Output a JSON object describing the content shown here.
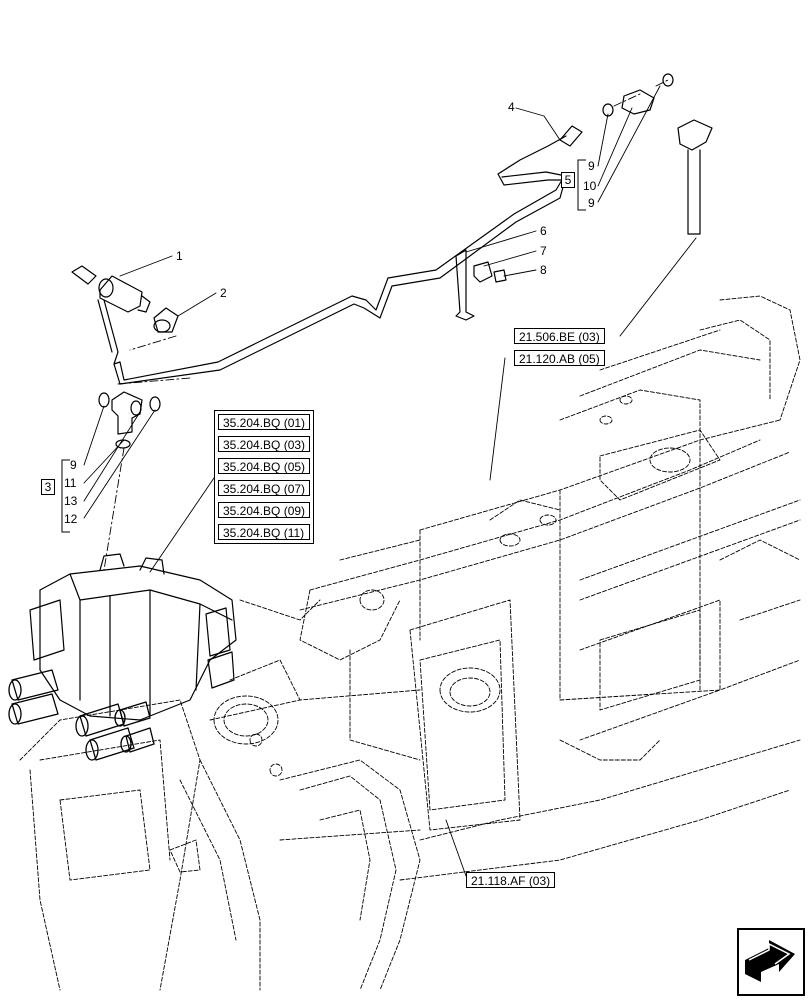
{
  "callouts": {
    "c1": "1",
    "c2": "2",
    "c4": "4",
    "c6": "6",
    "c7": "7",
    "c8": "8",
    "g5_9a": "9",
    "g5_10": "10",
    "g5_9b": "9",
    "g3_9": "9",
    "g3_11": "11",
    "g3_13": "13",
    "g3_12": "12"
  },
  "groups": {
    "g5": "5",
    "g3": "3"
  },
  "references": {
    "r_21506": "21.506.BE (03)",
    "r_21120": "21.120.AB (05)",
    "r_21118": "21.118.AF (03)",
    "valve_refs": [
      "35.204.BQ (01)",
      "35.204.BQ (03)",
      "35.204.BQ (05)",
      "35.204.BQ (07)",
      "35.204.BQ (09)",
      "35.204.BQ (11)"
    ]
  },
  "icons": {
    "nav": "next-page-arrow-icon"
  }
}
